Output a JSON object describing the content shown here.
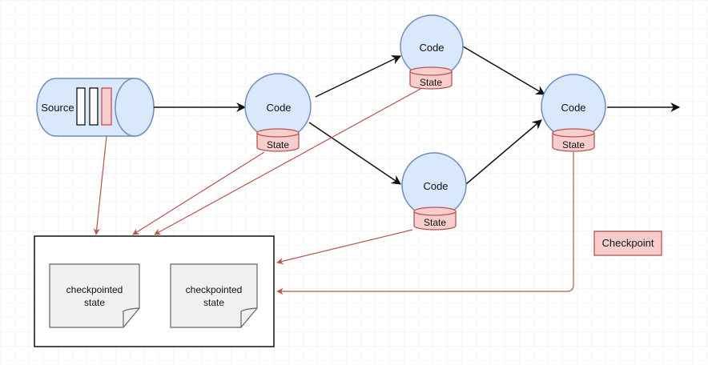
{
  "source": {
    "label": "Source"
  },
  "operators": [
    {
      "id": "op1",
      "code_label": "Code",
      "state_label": "State"
    },
    {
      "id": "op2",
      "code_label": "Code",
      "state_label": "State"
    },
    {
      "id": "op3",
      "code_label": "Code",
      "state_label": "State"
    },
    {
      "id": "op4",
      "code_label": "Code",
      "state_label": "State"
    }
  ],
  "storage": {
    "docs": [
      {
        "line1": "checkpointed",
        "line2": "state"
      },
      {
        "line1": "checkpointed",
        "line2": "state"
      }
    ]
  },
  "legend": {
    "checkpoint_label": "Checkpoint"
  },
  "colors": {
    "grid": "#ececec",
    "node_fill": "#dae8fc",
    "node_stroke": "#6c8ebf",
    "state_fill": "#f8cecc",
    "state_stroke": "#b85450",
    "checkpoint_arrow": "#b85450",
    "flow_arrow": "#111111",
    "doc_fill": "#f0f0f0"
  }
}
